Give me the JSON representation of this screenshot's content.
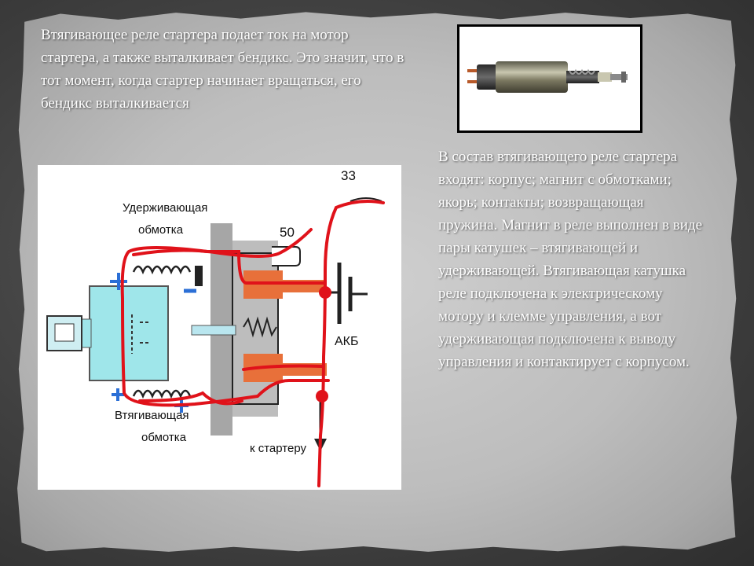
{
  "slide": {
    "paragraph_top": "Втягивающее реле стартера подает ток на мотор стартера, а также выталкивает бендикс. Это значит, что в тот момент, когда стартер начинает вращаться, его бендикс выталкивается",
    "paragraph_right": "В состав втягивающего реле стартера входят: корпус; магнит с обмотками; якорь; контакты; возвращающая пружина. Магнит в реле выполнен в виде пары катушек – втягивающей и удерживающей. Втягивающая катушка реле подключена к электрическому мотору и клемме управления, а вот удерживающая подключена к выводу управления и контактирует с корпусом."
  },
  "diagram": {
    "holding_winding_line1": "Удерживающая",
    "holding_winding_line2": "обмотка",
    "pull_in_winding_line1": "Втягивающая",
    "pull_in_winding_line2": "обмотка",
    "terminal_50": "50",
    "terminal_33": "33",
    "battery_label": "АКБ",
    "to_starter": "к стартеру"
  },
  "colors": {
    "wire_red": "#e0121a",
    "coil_blue": "#2b6fd6",
    "motor_cyan": "#9fe6ea",
    "contact_orange": "#e8703a",
    "body_gray": "#a6a6a6"
  }
}
